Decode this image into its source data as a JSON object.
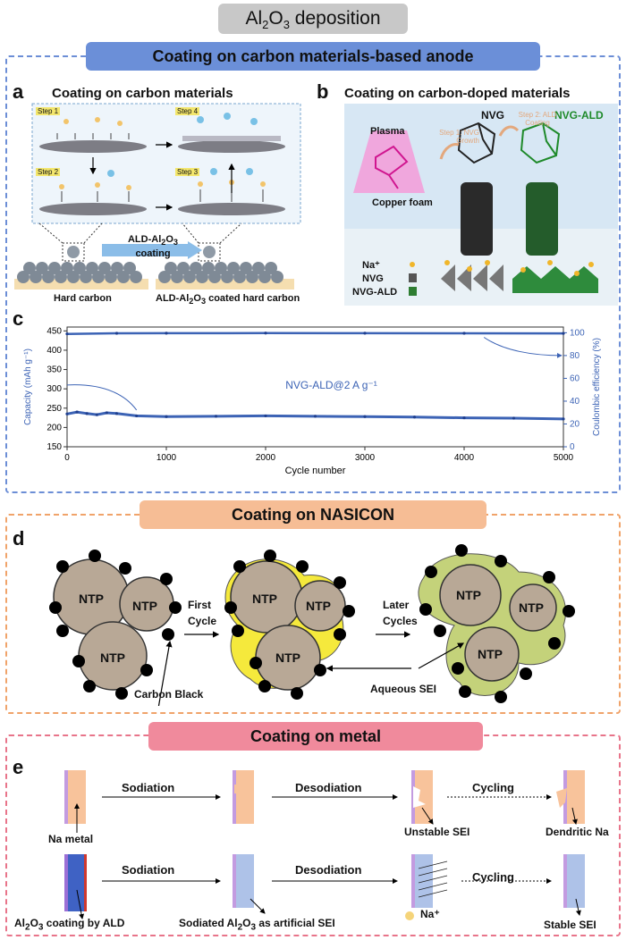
{
  "header": {
    "title_base": "Al",
    "title_sub1": "2",
    "title_mid": "O",
    "title_sub2": "3",
    "title_tail": " deposition"
  },
  "section1": {
    "title": "Coating on carbon materials-based anode",
    "panel_a": {
      "letter": "a",
      "title": "Coating on carbon materials",
      "steps": [
        "Step 1",
        "Step 2",
        "Step 3",
        "Step 4"
      ],
      "arrow_label_1": "ALD-Al",
      "arrow_label_sub1": "2",
      "arrow_label_2": "O",
      "arrow_label_sub2": "3",
      "arrow_label_3": "coating",
      "left_caption": "Hard carbon",
      "right_caption_1": "ALD-Al",
      "right_caption_sub1": "2",
      "right_caption_2": "O",
      "right_caption_sub2": "3",
      "right_caption_3": " coated hard carbon"
    },
    "panel_b": {
      "letter": "b",
      "title": "Coating on carbon-doped materials",
      "plasma": "Plasma",
      "copper_foam": "Copper foam",
      "nvg": "NVG",
      "nvg_ald": "NVG-ALD",
      "step1": "Step 1: NVG Growth",
      "step2": "Step 2: ALD Coating",
      "legend": [
        "Na⁺",
        "NVG",
        "NVG-ALD"
      ]
    },
    "panel_c": {
      "letter": "c"
    }
  },
  "chart_data": {
    "type": "line",
    "xlabel": "Cycle number",
    "ylabel_left": "Capacity (mAh g⁻¹)",
    "ylabel_right": "Coulombic efficiency (%)",
    "xlim": [
      0,
      5000
    ],
    "ylim_left": [
      150,
      460
    ],
    "ylim_right": [
      0,
      105
    ],
    "x_ticks": [
      0,
      1000,
      2000,
      3000,
      4000,
      5000
    ],
    "y_ticks_left": [
      150,
      200,
      250,
      300,
      350,
      400,
      450
    ],
    "y_ticks_right": [
      0,
      20,
      40,
      60,
      80,
      100
    ],
    "annotation": "NVG-ALD@2 A g⁻¹",
    "series": [
      {
        "axis": "left",
        "x": [
          0,
          100,
          200,
          300,
          400,
          500,
          700,
          1000,
          1500,
          2000,
          2500,
          3000,
          3500,
          4000,
          4500,
          5000
        ],
        "values": [
          235,
          240,
          236,
          233,
          238,
          236,
          230,
          228,
          229,
          230,
          229,
          228,
          227,
          225,
          224,
          222
        ]
      },
      {
        "axis": "right",
        "x": [
          0,
          500,
          1000,
          2000,
          3000,
          4000,
          5000
        ],
        "values": [
          99,
          99.5,
          99.6,
          99.7,
          99.6,
          99.5,
          99.4
        ]
      }
    ]
  },
  "section2": {
    "title": "Coating on NASICON",
    "panel_d": {
      "letter": "d",
      "ntp": "NTP",
      "first_cycle_1": "First",
      "first_cycle_2": "Cycle",
      "later_cycles_1": "Later",
      "later_cycles_2": "Cycles",
      "carbon_black": "Carbon Black",
      "aqueous_sei": "Aqueous SEI"
    }
  },
  "section3": {
    "title": "Coating on metal",
    "panel_e": {
      "letter": "e",
      "sodiation": "Sodiation",
      "desodiation": "Desodiation",
      "cycling": "Cycling",
      "na_metal": "Na metal",
      "unstable_sei": "Unstable SEI",
      "dendritic_na": "Dendritic Na",
      "al2o3_base": "Al",
      "al2o3_sub1": "2",
      "al2o3_mid": "O",
      "al2o3_sub2": "3",
      "al2o3_tail": " coating by ALD",
      "sodiated_1": "Sodiated Al",
      "sodiated_sub1": "2",
      "sodiated_2": "O",
      "sodiated_sub2": "3",
      "sodiated_3": " as artificial SEI",
      "na_plus": "Na⁺",
      "stable_sei": "Stable SEI"
    }
  }
}
